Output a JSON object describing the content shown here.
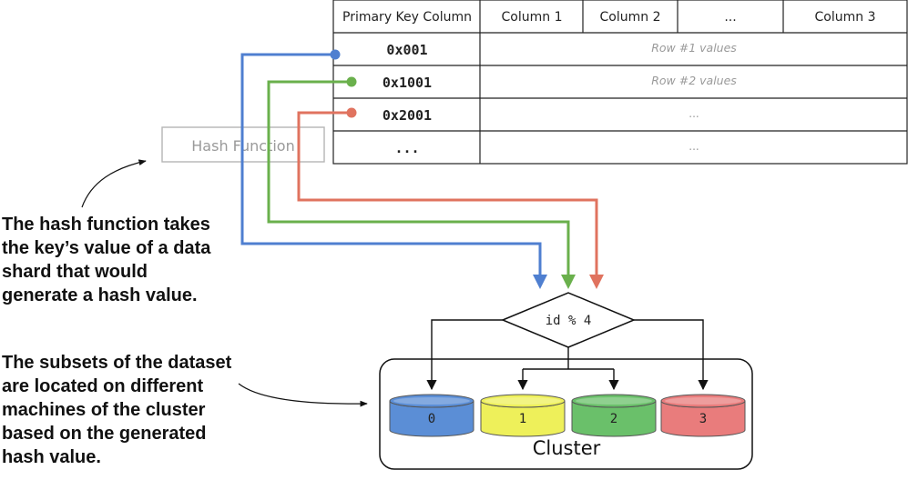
{
  "table": {
    "headers": [
      "Primary Key Column",
      "Column 1",
      "Column 2",
      "...",
      "Column 3"
    ],
    "rows": [
      {
        "key": "0x001",
        "values": "Row #1 values",
        "color": "#4f7fd0"
      },
      {
        "key": "0x1001",
        "values": "Row #2 values",
        "color": "#6ab04c"
      },
      {
        "key": "0x2001",
        "values": "...",
        "color": "#e0735f"
      },
      {
        "key": "...",
        "values": "...",
        "color": ""
      }
    ]
  },
  "hash_function": {
    "label": "Hash Function"
  },
  "decision": {
    "label": "id % 4"
  },
  "cluster": {
    "label": "Cluster",
    "nodes": [
      {
        "label": "0",
        "color": "#5b8ed6"
      },
      {
        "label": "1",
        "color": "#eef05a"
      },
      {
        "label": "2",
        "color": "#6ac06a"
      },
      {
        "label": "3",
        "color": "#e97c7c"
      }
    ]
  },
  "annotations": {
    "hash": [
      "The hash function takes",
      "the key’s value of a data",
      "shard that would",
      "generate a hash value."
    ],
    "subsets": [
      "The subsets of the dataset",
      "are located on different",
      "machines of the cluster",
      "based on the generated",
      "hash value."
    ]
  }
}
